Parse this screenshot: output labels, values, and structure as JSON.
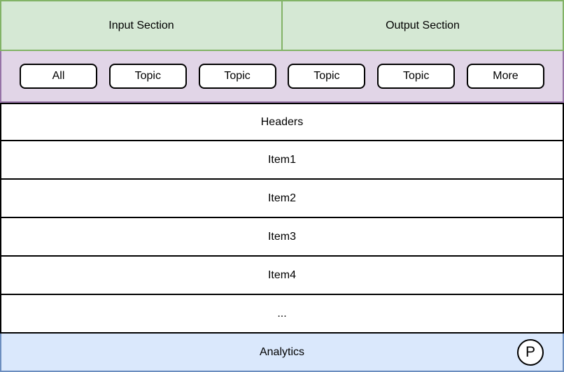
{
  "header": {
    "sections": [
      {
        "label": "Input Section"
      },
      {
        "label": "Output Section"
      }
    ]
  },
  "filter_bar": {
    "buttons": [
      "All",
      "Topic",
      "Topic",
      "Topic",
      "Topic",
      "More"
    ]
  },
  "list": {
    "rows": [
      "Headers",
      "Item1",
      "Item2",
      "Item3",
      "Item4",
      "..."
    ]
  },
  "footer": {
    "label": "Analytics",
    "badge": "P"
  },
  "colors": {
    "green_fill": "#d5e8d4",
    "green_stroke": "#82b366",
    "purple_fill": "#e1d5e7",
    "purple_stroke": "#9673a6",
    "blue_fill": "#dae8fc",
    "blue_stroke": "#6c8ebf",
    "row_fill": "#ffffff",
    "row_stroke": "#000000",
    "text": "#000000"
  }
}
